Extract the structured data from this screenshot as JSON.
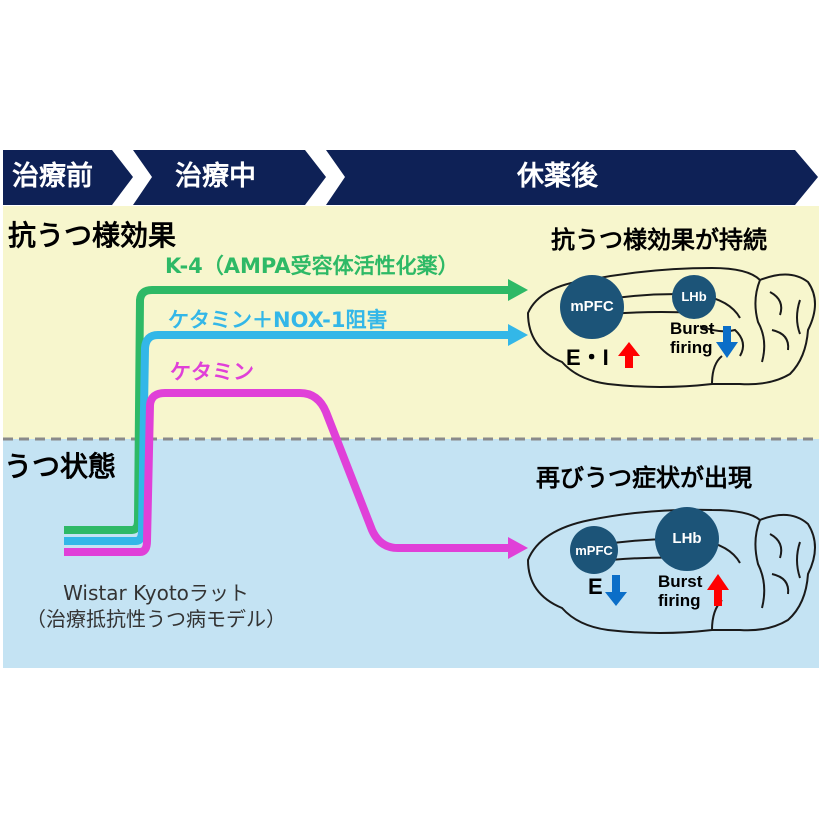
{
  "phases": [
    {
      "label": "治療前"
    },
    {
      "label": "治療中"
    },
    {
      "label": "休薬後"
    }
  ],
  "sections": {
    "antidepressant": "抗うつ様効果",
    "depressive": "うつ状態"
  },
  "curves": [
    {
      "label": "K-4（AMPA受容体活性化薬）",
      "color": "#2eb966"
    },
    {
      "label": "ケタミン＋NOX-1阻害",
      "color": "#33b7e8"
    },
    {
      "label": "ケタミン",
      "color": "#e040d8"
    }
  ],
  "results": {
    "sustained": {
      "title": "抗うつ様効果が持続",
      "mpfc": "mPFC",
      "lhb": "LHb",
      "ei_label": "E・I",
      "burst_line1": "Burst",
      "burst_line2": "firing",
      "ei_arrow": "up",
      "burst_arrow": "down"
    },
    "relapse": {
      "title": "再びうつ症状が出現",
      "mpfc": "mPFC",
      "lhb": "LHb",
      "e_label": "E",
      "burst_line1": "Burst",
      "burst_line2": "firing",
      "e_arrow": "down",
      "burst_arrow": "up"
    }
  },
  "model": {
    "line1": "Wistar Kyotoラット",
    "line2": "（治療抵抗性うつ病モデル）"
  },
  "colors": {
    "phase_bar": "#0e2156",
    "top_bg": "#f7f6cd",
    "bottom_bg": "#c4e3f3",
    "divider": "#8a8a8a",
    "region_circle": "#1c5478",
    "arrow_up": "#ff0000",
    "arrow_down": "#0a6ec8"
  }
}
